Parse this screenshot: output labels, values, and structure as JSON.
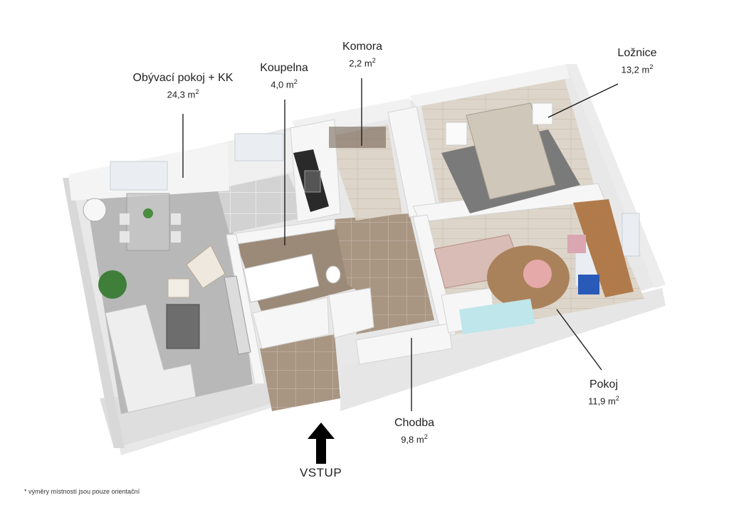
{
  "rooms": [
    {
      "id": "obyvaci",
      "name": "Obývací pokoj + KK",
      "area": "24,3",
      "unit": "m",
      "exp": "2"
    },
    {
      "id": "koupelna",
      "name": "Koupelna",
      "area": "4,0",
      "unit": "m",
      "exp": "2"
    },
    {
      "id": "komora",
      "name": "Komora",
      "area": "2,2",
      "unit": "m",
      "exp": "2"
    },
    {
      "id": "loznice",
      "name": "Ložnice",
      "area": "13,2",
      "unit": "m",
      "exp": "2"
    },
    {
      "id": "pokoj",
      "name": "Pokoj",
      "area": "11,9",
      "unit": "m",
      "exp": "2"
    },
    {
      "id": "chodba",
      "name": "Chodba",
      "area": "9,8",
      "unit": "m",
      "exp": "2"
    }
  ],
  "entrance": {
    "label": "VSTUP"
  },
  "footnote": "*  výměry místností jsou pouze orientační",
  "colors": {
    "wall": "#f3f3f3",
    "wall_shade": "#d9d9d9",
    "carpet": "#b9b9b9",
    "tile": "#a99582",
    "wood": "#dcd3c6",
    "bath_floor": "#9c8b78",
    "leader": "#111111"
  }
}
